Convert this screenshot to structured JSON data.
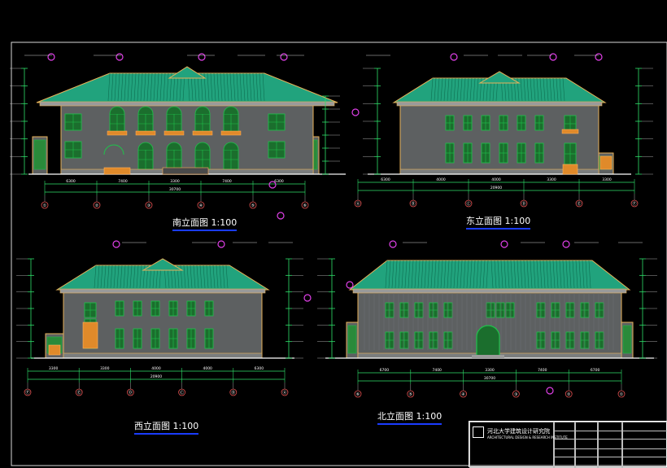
{
  "views": [
    {
      "id": "south",
      "title": "南立面图 1:100"
    },
    {
      "id": "east",
      "title": "东立面图 1:100"
    },
    {
      "id": "west",
      "title": "西立面图 1:100"
    },
    {
      "id": "north",
      "title": "北立面图 1:100"
    }
  ],
  "south_axes": [
    "①",
    "②",
    "③",
    "④",
    "⑤",
    "⑥"
  ],
  "east_axes": [
    "Ⓐ",
    "Ⓑ",
    "Ⓒ",
    "Ⓓ",
    "Ⓔ",
    "Ⓕ"
  ],
  "west_axes": [
    "Ⓕ",
    "Ⓔ",
    "Ⓓ",
    "Ⓒ",
    "Ⓑ",
    "Ⓐ"
  ],
  "north_axes": [
    "⑥",
    "⑤",
    "④",
    "③",
    "②",
    "①"
  ],
  "south_dims": [
    "6300",
    "7400",
    "3300",
    "7400",
    "6300"
  ],
  "south_total": "30700",
  "east_dims": [
    "6300",
    "4000",
    "4000",
    "3300",
    "3300"
  ],
  "east_total": "20900",
  "west_dims": [
    "3300",
    "3300",
    "4000",
    "4000",
    "6300"
  ],
  "west_total": "20900",
  "north_dims": [
    "6700",
    "7400",
    "3300",
    "7400",
    "6700"
  ],
  "north_total": "30700",
  "title_block": {
    "institute": "河北大学建筑设计研究院",
    "sub": "ARCHITECTURAL DESIGN & RESEARCH INSTITUTE"
  },
  "colors": {
    "roof": "#21a37d",
    "wall": "#5d6061",
    "frame": "#e8b25a",
    "dim": "#2fe06a",
    "mark": "#e040e8",
    "orange": "#e08a2a",
    "window": "#1fc24b"
  }
}
